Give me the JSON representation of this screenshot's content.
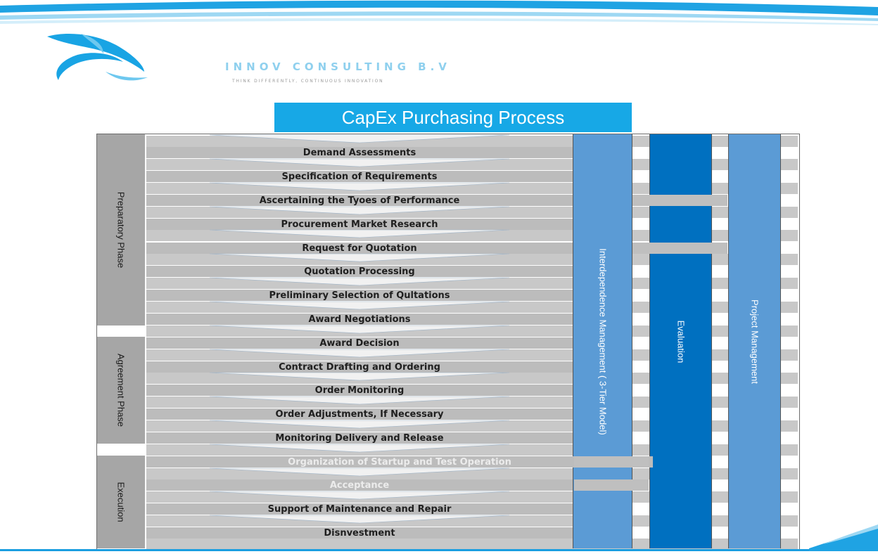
{
  "company": {
    "name": "INNOV CONSULTING B.V",
    "tagline": "Think Differently, Continuous Innovation"
  },
  "title": "CapEx Purchasing Process",
  "phases": [
    {
      "label": "Preparatory Phase"
    },
    {
      "label": "Agreement Phase"
    },
    {
      "label": "Execution"
    }
  ],
  "steps": [
    {
      "label": "Demand Assessments"
    },
    {
      "label": "Specification of Requirements"
    },
    {
      "label": "Ascertaining the Tyoes of Performance"
    },
    {
      "label": "Procurement Market Research"
    },
    {
      "label": "Request for Quotation"
    },
    {
      "label": "Quotation Processing"
    },
    {
      "label": "Preliminary Selection of Qultations"
    },
    {
      "label": "Award Negotiations"
    },
    {
      "label": "Award Decision"
    },
    {
      "label": "Contract Drafting and Ordering"
    },
    {
      "label": "Order Monitoring"
    },
    {
      "label": "Order Adjustments, If Necessary"
    },
    {
      "label": "Monitoring Delivery and Release"
    },
    {
      "label": "Organization of Startup and Test Operation"
    },
    {
      "label": "Acceptance"
    },
    {
      "label": "Support of Maintenance and Repair"
    },
    {
      "label": "Disnvestment"
    }
  ],
  "columns": [
    {
      "label": "Interdependence Management ( 3-Tier Model)",
      "color": "#5b9bd5"
    },
    {
      "label": "Evaluation",
      "color": "#0070c0"
    },
    {
      "label": "Project Management",
      "color": "#5b9bd5"
    }
  ],
  "colors": {
    "accent": "#17a8e6",
    "phase": "#a6a6a6",
    "step": "#bcbcbc"
  }
}
